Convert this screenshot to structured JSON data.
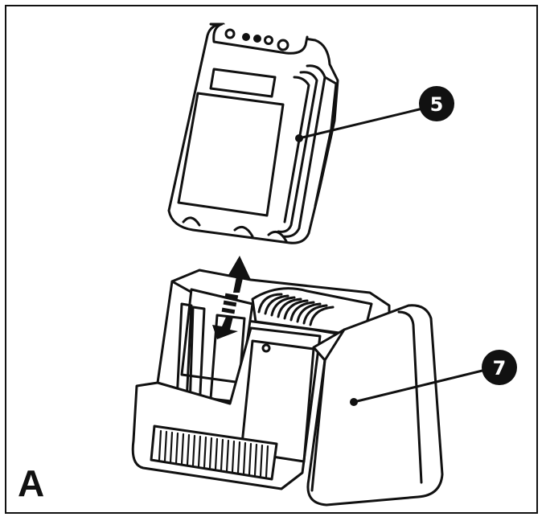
{
  "figure": {
    "panel_label": "A",
    "callouts": [
      {
        "id": "battery",
        "number": "5"
      },
      {
        "id": "charger",
        "number": "7"
      }
    ],
    "colors": {
      "ink": "#111111",
      "paper": "#ffffff",
      "fill_light": "#f4f4f4"
    }
  }
}
